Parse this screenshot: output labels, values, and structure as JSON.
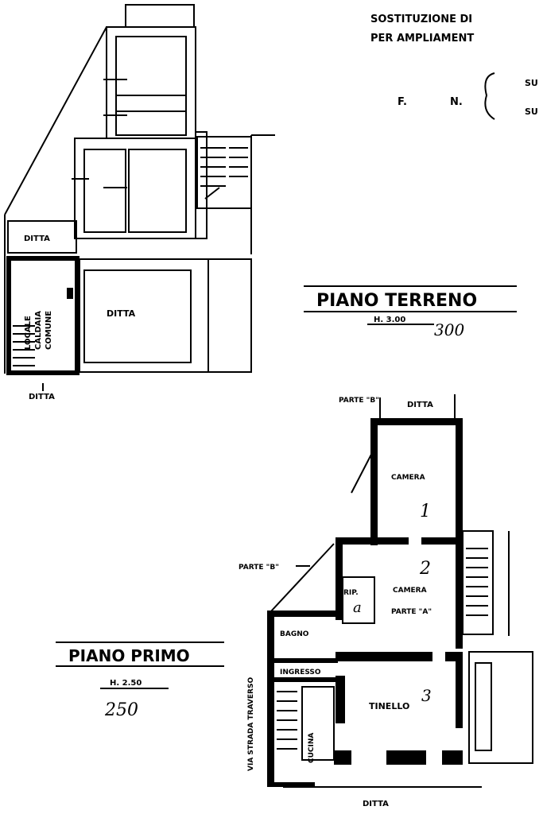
{
  "header": {
    "line1": "SOSTITUZIONE DI",
    "line2": "PER AMPLIAMENT",
    "cadastral_f": "F.",
    "cadastral_n": "N.",
    "sub1": "SU",
    "sub2": "SU"
  },
  "ground_floor": {
    "title": "PIANO TERRENO",
    "height_label": "H. 3.00",
    "height_hand": "300",
    "rooms": {
      "ditta_left": "DITTA",
      "ditta_main": "DITTA",
      "ditta_bottom": "DITTA",
      "locale_caldaia_1": "LOCALE",
      "locale_caldaia_2": "CALDAIA",
      "locale_caldaia_3": "COMUNE"
    }
  },
  "first_floor": {
    "title": "PIANO PRIMO",
    "height_label": "H. 2.50",
    "height_hand": "250",
    "parte_b_top": "PARTE \"B\"",
    "ditta_top": "DITTA",
    "parte_b_left": "PARTE \"B\"",
    "rooms": {
      "camera1": "CAMERA",
      "camera1_num": "1",
      "camera2": "CAMERA",
      "camera2_num": "2",
      "parte_a": "PARTE \"A\"",
      "rip": "RIP.",
      "rip_letter": "a",
      "bagno": "BAGNO",
      "ingresso": "INGRESSO",
      "tinello": "TINELLO",
      "tinello_num": "3",
      "cucina": "CUCINA",
      "street": "VIA STRADA TRAVERSO",
      "ditta_bottom": "DITTA"
    }
  }
}
